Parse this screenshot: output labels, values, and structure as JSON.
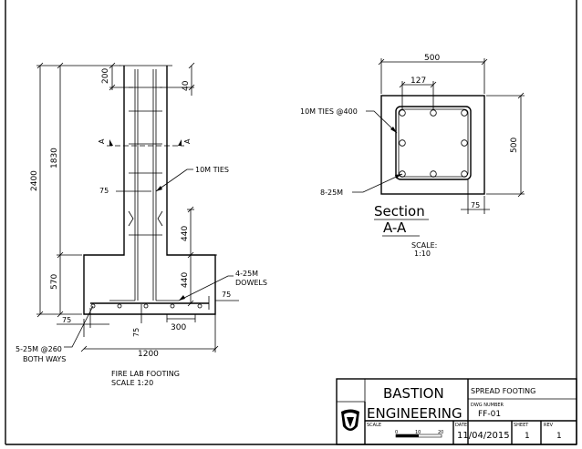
{
  "elevation": {
    "dims": {
      "d200": "200",
      "d40": "40",
      "d1830": "1830",
      "d2400": "2400",
      "d570": "570",
      "d75_tie": "75",
      "d440_upper": "440",
      "d440_lower": "440",
      "d75_right": "75",
      "d75_left": "75",
      "d75_bottom": "75",
      "d300": "300",
      "d1200": "1200"
    },
    "section_mark": "A",
    "callout_ties": "10M TIES",
    "callout_dowels_1": "4-25M",
    "callout_dowels_2": "DOWELS",
    "callout_bottom_1": "5-25M @260",
    "callout_bottom_2": "BOTH WAYS",
    "caption_1": "FIRE LAB FOOTING",
    "caption_2": "SCALE 1:20"
  },
  "section": {
    "dims": {
      "d500_top": "500",
      "d127": "127",
      "d500_right": "500",
      "d75": "75"
    },
    "callout_ties": "10M TIES @400",
    "callout_bars": "8-25M",
    "title_1": "Section",
    "title_2": "A-A",
    "scale_1": "SCALE:",
    "scale_2": "1:10"
  },
  "title_block": {
    "company_1": "BASTION",
    "company_2": "ENGINEERING",
    "drawing_title": "SPREAD FOOTING",
    "dwg_number_label": "DWG NUMBER",
    "dwg_number": "FF-01",
    "scale_label": "SCALE",
    "scale_ticks": [
      "0",
      "10",
      "20"
    ],
    "date_label": "DATE",
    "date": "11/04/2015",
    "sheet_label": "SHEET",
    "sheet": "1",
    "rev_label": "REV",
    "rev": "1"
  }
}
